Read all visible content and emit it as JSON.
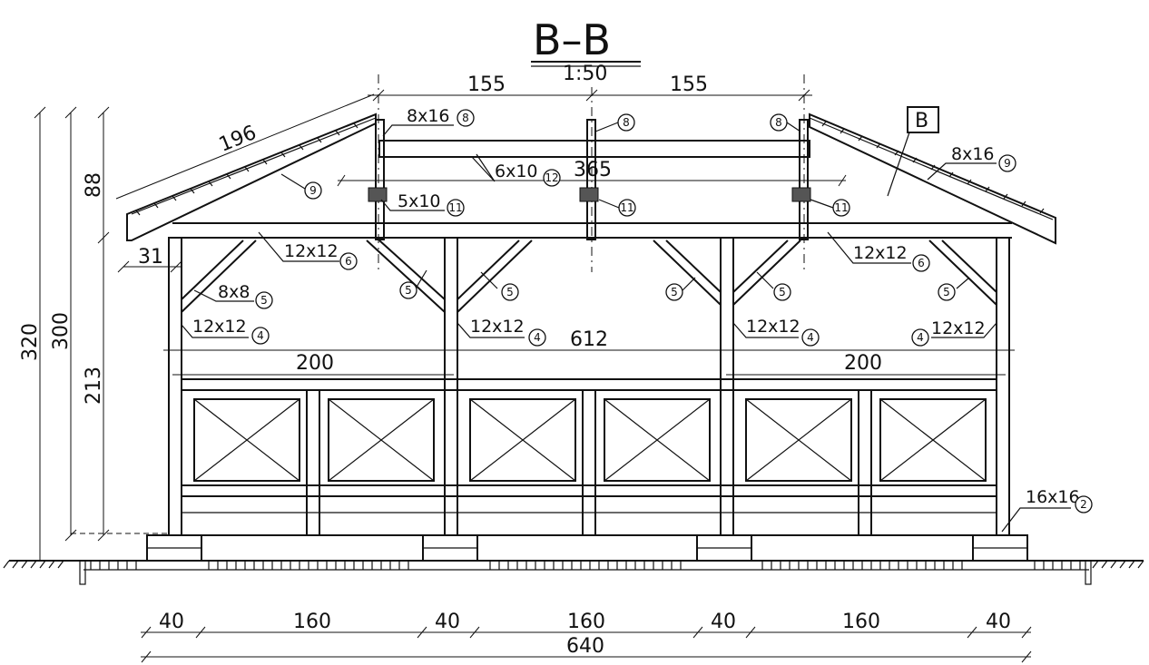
{
  "title": {
    "section": "B–B",
    "scale": "1:50",
    "callout": "B"
  },
  "dimensions": {
    "top_left": "155",
    "top_right": "155",
    "rafter_length": "196",
    "span_inner": "365",
    "overall_612": "612",
    "left_bay": "200",
    "right_bay": "200",
    "eave_overhang": "31",
    "height_320": "320",
    "height_300": "300",
    "height_88": "88",
    "height_213": "213",
    "bottom": [
      "40",
      "160",
      "40",
      "160",
      "40",
      "160",
      "40"
    ],
    "total": "640"
  },
  "labels": {
    "top_rafter": "8x16",
    "right_rafter": "8x16",
    "crossbeam": "6x10",
    "bolt_left": "5x10",
    "beam_left": "12x12",
    "beam_right": "12x12",
    "brace": "8x8",
    "post_1": "12x12",
    "post_2": "12x12",
    "post_3": "12x12",
    "post_4": "12x12",
    "foundation": "16x16"
  },
  "part_numbers": {
    "p8a": "8",
    "p8b": "8",
    "p8c": "8",
    "p9a": "9",
    "p9b": "9",
    "p12": "12",
    "p11a": "11",
    "p11b": "11",
    "p11c": "11",
    "p6a": "6",
    "p6b": "6",
    "p5a": "5",
    "p5b": "5",
    "p5c": "5",
    "p5d": "5",
    "p5e": "5",
    "p5f": "5",
    "p4a": "4",
    "p4b": "4",
    "p4c": "4",
    "p4d": "4",
    "p2": "2"
  }
}
